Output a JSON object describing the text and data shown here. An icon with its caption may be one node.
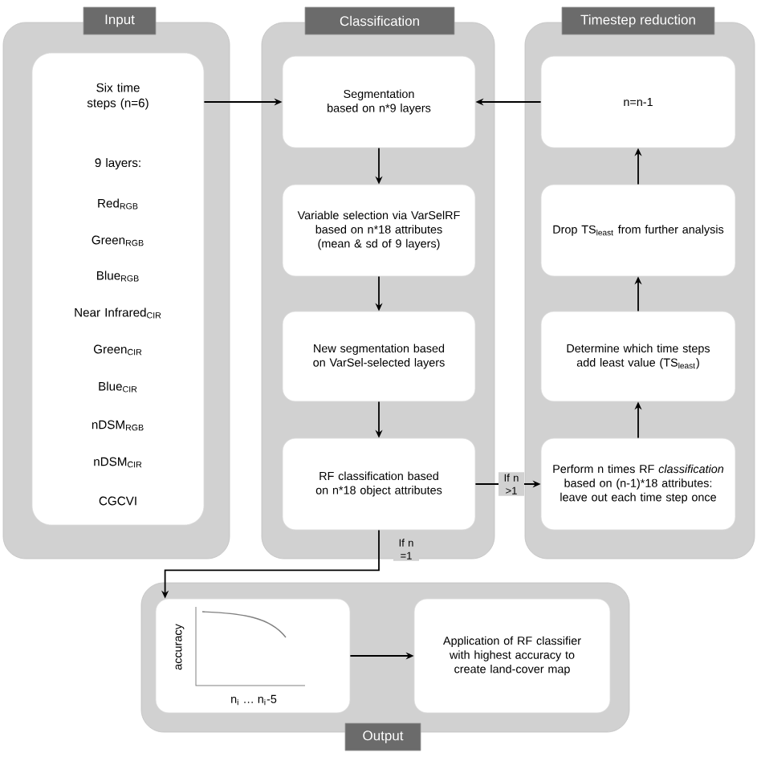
{
  "diagram": {
    "nodes": [
      {
        "text": [
          "Input"
        ]
      },
      {
        "text": [
          "Six time steps (n=6)",
          "9 layers:",
          "Red$_{RGB}$",
          "Green$_{RGB}$",
          "Blue$_{RGB}$",
          "Near Infrared$_{CIR}$",
          "Green$_{CIR}$",
          "Blue$_{CIR}$",
          "nDSM$_{RGB}$",
          "nDSM$_{CIR}$",
          "CGCVI"
        ],
        "in": 0
      },
      {
        "text": [
          "Classification"
        ]
      },
      {
        "text": [
          "Segmentation based on n*9 layers"
        ],
        "in": 2
      },
      {
        "text": [
          "Variable selection via VarSelRF based on n*18 attributes (mean & sd of 9 layers)"
        ],
        "in": 2
      },
      {
        "text": [
          "New segmentation based on VarSel-selected layers"
        ],
        "in": 2
      },
      {
        "text": [
          "RF classification based on n*18 object attributes"
        ],
        "in": 2
      },
      {
        "text": [
          "Timestep reduction"
        ]
      },
      {
        "text": [
          "n=n-1"
        ],
        "in": 7
      },
      {
        "text": [
          "Drop TS$_{least}$ from further analysis"
        ],
        "in": 7
      },
      {
        "text": [
          "Determine which time steps add least value (TS$_{least}$)"
        ],
        "in": 7
      },
      {
        "text": [
          "Perform n times RF *classification* based on (n-1)*18 attributes: leave out each time step once"
        ],
        "in": 7
      },
      {
        "text": [
          "Output"
        ]
      },
      {
        "text": [
          "accuracy",
          "n$_{i}$ … n$_{i}$-5"
        ],
        "in": 12
      },
      {
        "text": [
          "Application of RF classifier with highest accuracy to create land-cover map"
        ],
        "in": 12
      }
    ],
    "edges": [
      {
        "from": 1,
        "to": 3,
        "arrow": "to"
      },
      {
        "from": 8,
        "to": 3,
        "arrow": "to"
      },
      {
        "from": 3,
        "to": 4,
        "arrow": "to"
      },
      {
        "from": 4,
        "to": 5,
        "arrow": "to"
      },
      {
        "from": 5,
        "to": 6,
        "arrow": "to"
      },
      {
        "from": 6,
        "to": 11,
        "arrow": "to",
        "label": "If n >1"
      },
      {
        "from": 6,
        "to": 13,
        "arrow": "to",
        "label": "If n =1"
      },
      {
        "from": 13,
        "to": 14,
        "arrow": "to"
      },
      {
        "from": 11,
        "to": 10,
        "arrow": "to"
      },
      {
        "from": 10,
        "to": 9,
        "arrow": "to"
      },
      {
        "from": 9,
        "to": 8,
        "arrow": "to"
      }
    ]
  }
}
